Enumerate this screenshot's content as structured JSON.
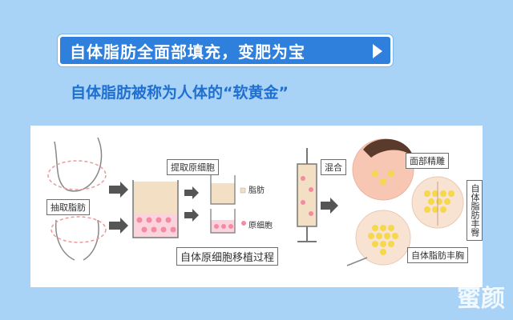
{
  "banner": {
    "title": "自体脂肪全面部填充，变肥为宝",
    "arrow_icon": "play-arrow-icon"
  },
  "subtitle": "自体脂肪被称为人体的“软黄金”",
  "diagram": {
    "extract_label": "抽取脂肪",
    "tube_label": "提取原细胞",
    "fat_label": "脂肪",
    "cell_label": "原细胞",
    "mix_label": "混合",
    "process_label": "自体原细胞移植过程",
    "face_label": "面部精雕",
    "hip_label": "自体脂肪丰臀",
    "breast_label": "自体脂肪丰胸"
  },
  "watermark": "蜜颜",
  "colors": {
    "background": "#a9d3f6",
    "banner": "#2f7fdc",
    "subtitle": "#1f6fd0",
    "fat": "#f3dfc3",
    "cells": "#f58aa3",
    "fat_dots": "#f5d84b"
  }
}
